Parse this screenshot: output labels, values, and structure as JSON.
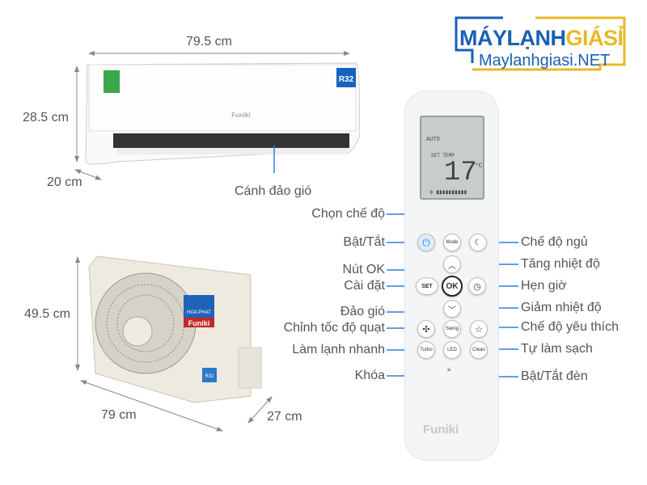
{
  "logo": {
    "part1": "MÁYLẠNH",
    "part2": "GIÁSỈ",
    "domain": "Maylanhgiasi.NET"
  },
  "indoor": {
    "width": "79.5 cm",
    "height": "28.5 cm",
    "depth": "20 cm",
    "louver_label": "Cánh đảo gió",
    "brand": "Funiki",
    "refrigerant": "R32"
  },
  "outdoor": {
    "height": "49.5 cm",
    "width": "79 cm",
    "depth": "27 cm",
    "brand1": "HOA PHAT",
    "brand2": "Funiki",
    "refrigerant": "R32"
  },
  "remote": {
    "lcd": {
      "set_label": "SET TEMP",
      "temp": "17",
      "unit": "°C",
      "mode": "AUTO"
    },
    "brand": "Funiki",
    "buttons": {
      "mode": "Mode",
      "set": "SET",
      "ok": "OK",
      "swing": "Swing",
      "turbo": "Turbo",
      "led": "LED",
      "clean": "Clean"
    },
    "left_labels": [
      "Chọn chế độ",
      "Bật/Tắt",
      "Nút OK",
      "Cài đặt",
      "Đảo gió",
      "Chỉnh tốc độ quạt",
      "Làm lạnh nhanh",
      "Khóa"
    ],
    "right_labels": [
      "Chế độ ngủ",
      "Tăng nhiệt độ",
      "Hẹn giờ",
      "Giảm nhiệt độ",
      "Chế độ yêu thích",
      "Tự làm sạch",
      "Bật/Tắt đèn"
    ]
  },
  "colors": {
    "leader": "#2f7fe0",
    "dim": "#888888",
    "logo_blue": "#1a5fb4",
    "logo_yellow": "#e8b923"
  }
}
